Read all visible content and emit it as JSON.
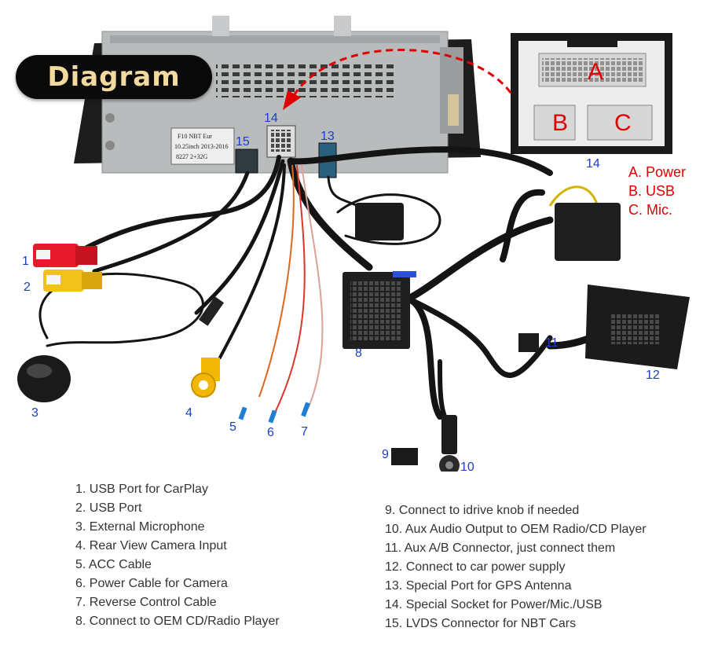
{
  "badge": {
    "title": "Diagram"
  },
  "unit_label": {
    "line1": "F10 NBT Eur",
    "line2": "10.25inch 2013-2016",
    "line3": "8227 2+32G"
  },
  "callouts": [
    "1",
    "2",
    "3",
    "4",
    "5",
    "6",
    "7",
    "8",
    "9",
    "10",
    "11",
    "12",
    "13",
    "14",
    "15"
  ],
  "inset": {
    "label": "14",
    "letters": [
      "A",
      "B",
      "C"
    ]
  },
  "legend": [
    "A. Power",
    "B. USB",
    "C. Mic."
  ],
  "items_left": [
    "1. USB Port for CarPlay",
    "2. USB Port",
    "3. External Microphone",
    "4. Rear View Camera Input",
    "5. ACC Cable",
    "6. Power Cable for Camera",
    "7. Reverse Control Cable",
    "8. Connect to OEM CD/Radio Player"
  ],
  "items_right": [
    "9. Connect to idrive knob if needed",
    "10. Aux Audio Output to OEM Radio/CD Player",
    "11. Aux A/B Connector, just connect them",
    "12. Connect to car power supply",
    "13. Special Port for GPS Antenna",
    "14. Special Socket for Power/Mic./USB",
    "15. LVDS Connector for NBT Cars"
  ],
  "colors": {
    "callout": "#1a3fc4",
    "accent_red": "#e00000",
    "badge_text": "#f2d9a0",
    "cable": "#141414"
  }
}
